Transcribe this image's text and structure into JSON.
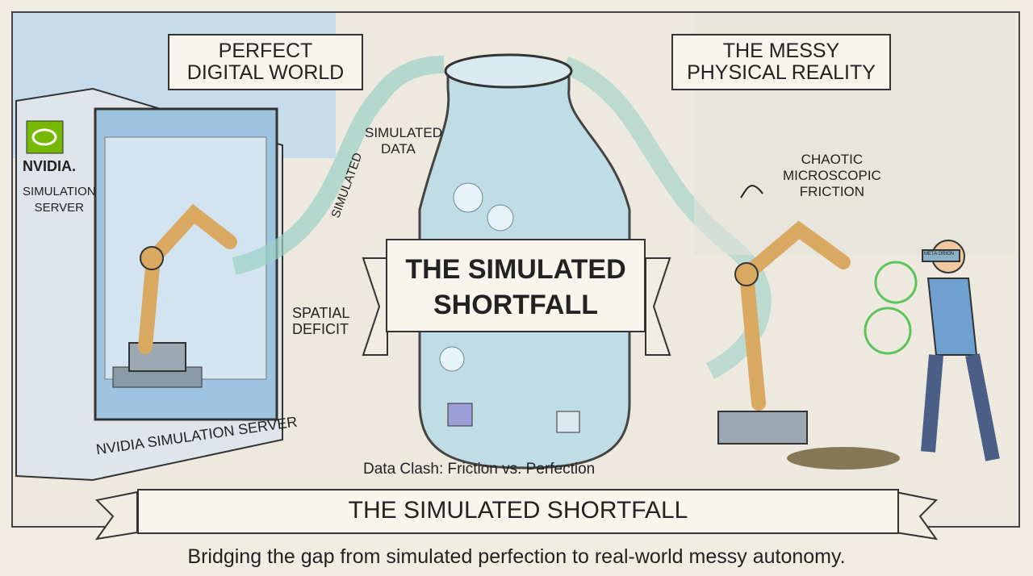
{
  "labels": {
    "digital_world": [
      "PERFECT",
      "DIGITAL WORLD"
    ],
    "physical_reality": [
      "THE MESSY",
      "PHYSICAL REALITY"
    ],
    "simulated_data": [
      "SIMULATED",
      "DATA"
    ],
    "stream_text": "SIMULATED",
    "spatial_deficit": [
      "SPATIAL",
      "DEFICIT"
    ],
    "chaotic_friction": [
      "CHAOTIC",
      "MICROSCOPIC",
      "FRICTION"
    ],
    "server_brand": "NVIDIA.",
    "server_side": [
      "SIMULATION",
      "SERVER"
    ],
    "server_base": "NVIDIA SIMULATION SERVER",
    "goggles": "META ORION",
    "data_clash": "Data Clash: Friction vs. Perfection"
  },
  "center_banner": [
    "THE SIMULATED",
    "SHORTFALL"
  ],
  "bottom_banner": "THE SIMULATED SHORTFALL",
  "caption": "Bridging the gap from simulated perfection to real-world messy autonomy.",
  "colors": {
    "glass": "#bcdbe6",
    "accent_green": "#5cc45a",
    "robot": "#d9a861",
    "sky": "#a9cde3"
  }
}
